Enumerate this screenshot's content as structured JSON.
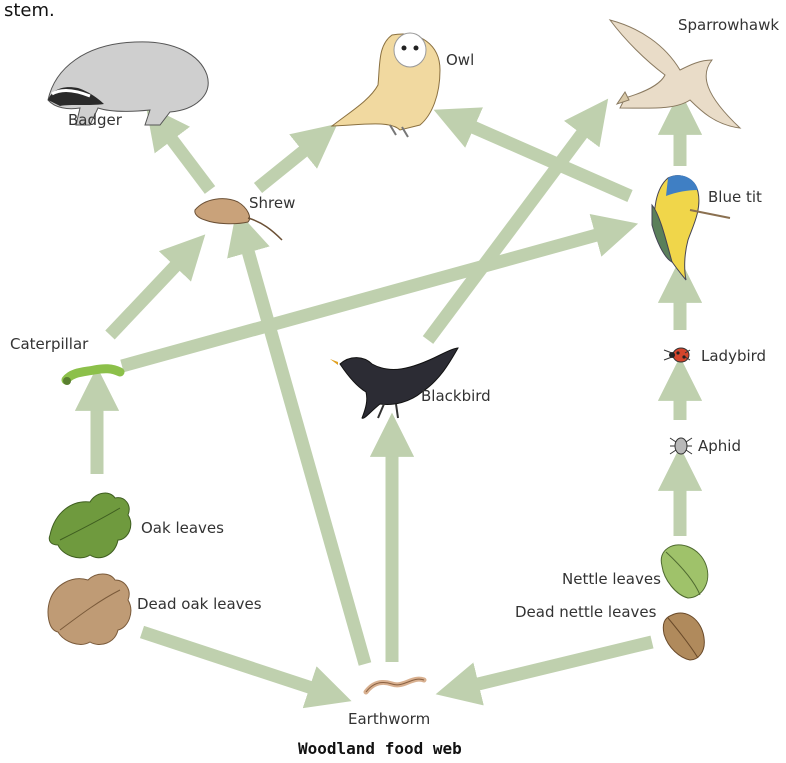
{
  "top_text": "stem.",
  "caption": "Woodland food web",
  "colors": {
    "arrow": "#bfd0ae",
    "leaf_green": "#6f9a3e",
    "dead_leaf": "#bf9b75",
    "background": "#ffffff"
  },
  "organisms": {
    "badger": {
      "label": "Badger",
      "icon": "badger-icon"
    },
    "owl": {
      "label": "Owl",
      "icon": "owl-icon"
    },
    "sparrowhawk": {
      "label": "Sparrowhawk",
      "icon": "sparrowhawk-icon"
    },
    "shrew": {
      "label": "Shrew",
      "icon": "shrew-icon"
    },
    "blue_tit": {
      "label": "Blue tit",
      "icon": "blue-tit-icon"
    },
    "caterpillar": {
      "label": "Caterpillar",
      "icon": "caterpillar-icon"
    },
    "blackbird": {
      "label": "Blackbird",
      "icon": "blackbird-icon"
    },
    "ladybird": {
      "label": "Ladybird",
      "icon": "ladybird-icon"
    },
    "aphid": {
      "label": "Aphid",
      "icon": "aphid-icon"
    },
    "oak_leaves": {
      "label": "Oak leaves",
      "icon": "oak-leaf-icon"
    },
    "dead_oak_leaves": {
      "label": "Dead oak leaves",
      "icon": "dead-oak-leaf-icon"
    },
    "nettle_leaves": {
      "label": "Nettle leaves",
      "icon": "nettle-leaf-icon"
    },
    "dead_nettle_leaves": {
      "label": "Dead nettle leaves",
      "icon": "dead-nettle-leaf-icon"
    },
    "earthworm": {
      "label": "Earthworm",
      "icon": "earthworm-icon"
    }
  },
  "edges": [
    {
      "from": "shrew",
      "to": "badger"
    },
    {
      "from": "shrew",
      "to": "owl"
    },
    {
      "from": "blue_tit",
      "to": "owl"
    },
    {
      "from": "blackbird",
      "to": "sparrowhawk"
    },
    {
      "from": "blue_tit",
      "to": "sparrowhawk"
    },
    {
      "from": "caterpillar",
      "to": "shrew"
    },
    {
      "from": "earthworm",
      "to": "shrew"
    },
    {
      "from": "caterpillar",
      "to": "blue_tit"
    },
    {
      "from": "ladybird",
      "to": "blue_tit"
    },
    {
      "from": "aphid",
      "to": "ladybird"
    },
    {
      "from": "nettle_leaves",
      "to": "aphid"
    },
    {
      "from": "oak_leaves",
      "to": "caterpillar"
    },
    {
      "from": "earthworm",
      "to": "blackbird"
    },
    {
      "from": "dead_oak_leaves",
      "to": "earthworm"
    },
    {
      "from": "dead_nettle_leaves",
      "to": "earthworm"
    }
  ]
}
